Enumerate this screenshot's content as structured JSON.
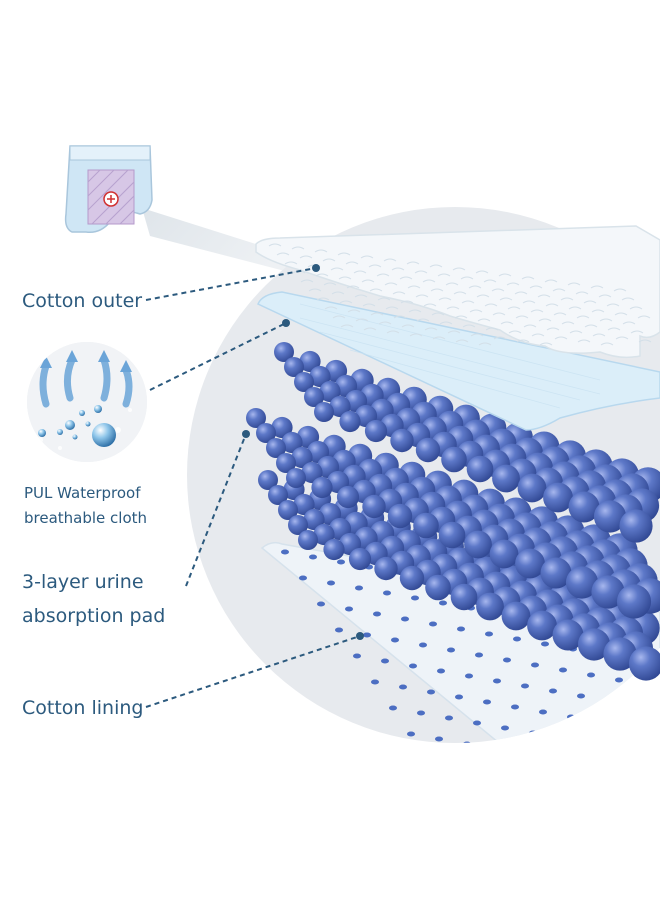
{
  "labels": {
    "cotton_outer": "Cotton outer",
    "pul_line1": "PUL Waterproof",
    "pul_line2": "breathable cloth",
    "absorb_line1": "3-layer urine",
    "absorb_line2": "absorption pad",
    "cotton_lining": "Cotton lining"
  },
  "colors": {
    "label_text": "#2c5a7e",
    "leader_line": "#2c5a7e",
    "background_circle": "#e7eaee",
    "bead_blue": "#4a66b8",
    "bead_highlight": "#8ea2e0",
    "layer_white": "#f3f6f9",
    "layer_light_blue": "#dfeef8",
    "hole_blue": "#4c6ec2"
  },
  "icons": {
    "diaper": "training-pants-icon",
    "water_drops": "water-droplets-icon"
  }
}
